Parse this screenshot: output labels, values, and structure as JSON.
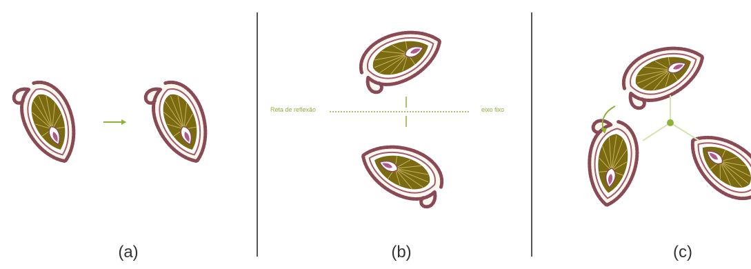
{
  "panels": [
    {
      "id": "a",
      "caption": "(a)"
    },
    {
      "id": "b",
      "caption": "(b)",
      "axis_left_label": "Reta de reflexão",
      "axis_right_label": "eixo fixo"
    },
    {
      "id": "c",
      "caption": "(c)"
    }
  ],
  "colors": {
    "outline": "#8a4a55",
    "bead": "#a25a68",
    "inner_fill": "#7a6a12",
    "inner_line": "#c8b35a",
    "eye": "#ffffff",
    "eye_center": "#b05a8a",
    "accent": "#8fb13a",
    "divider": "#555555"
  },
  "icons": [
    "paisley-motif",
    "arrow-right-icon",
    "curved-arrow-icon",
    "rotation-center-icon"
  ]
}
